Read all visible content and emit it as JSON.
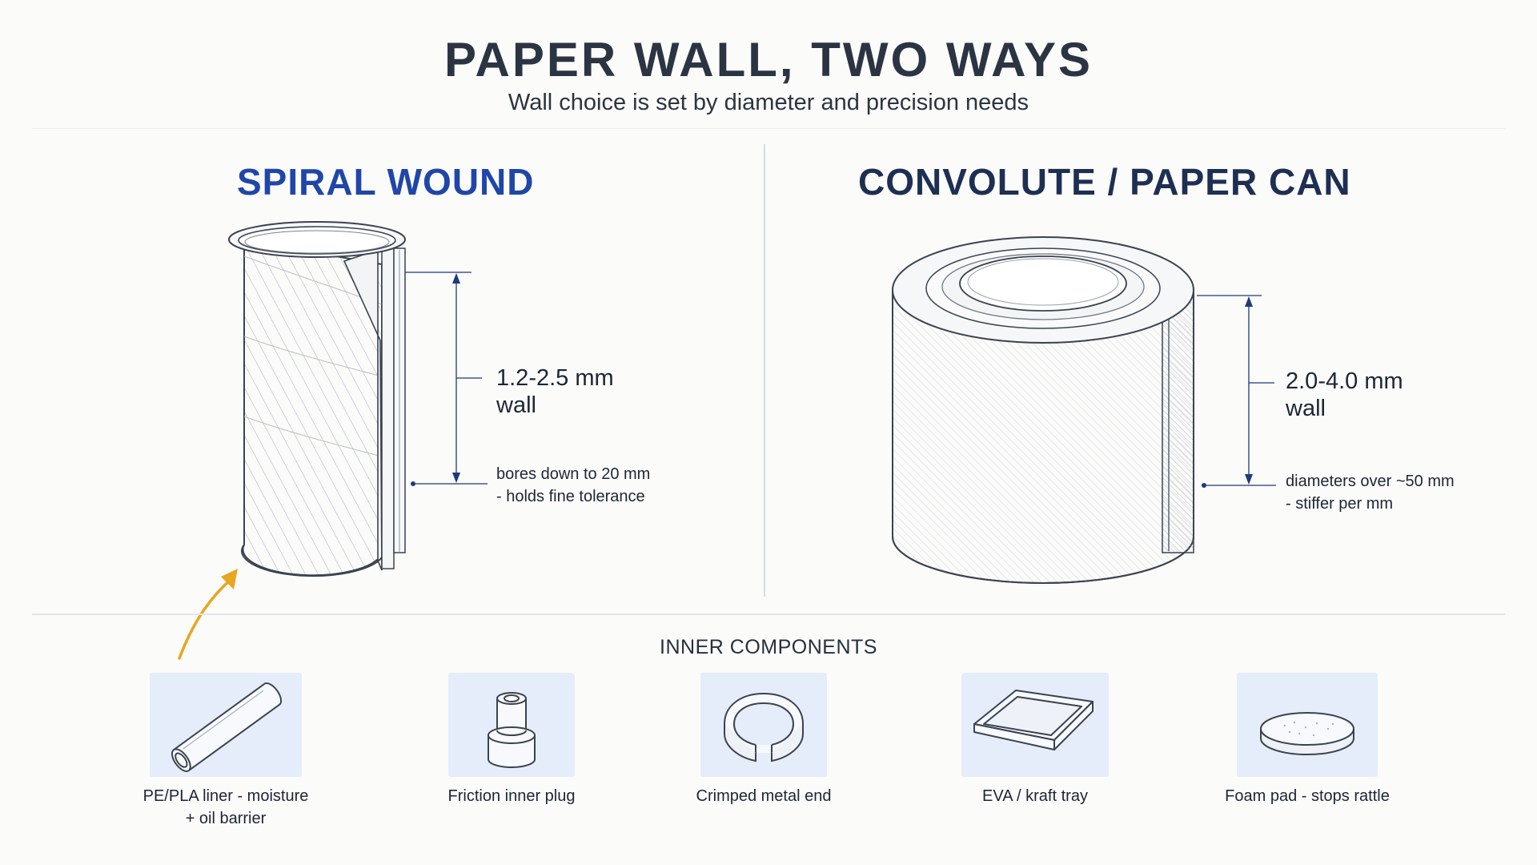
{
  "header": {
    "title": "PAPER WALL, TWO WAYS",
    "subtitle": "Wall choice is set by diameter and precision needs"
  },
  "spiral": {
    "title": "SPIRAL WOUND",
    "wall_value": "1.2-2.5 mm",
    "wall_unit": "wall",
    "note_line1": "bores down to 20 mm",
    "note_line2": "- holds fine tolerance"
  },
  "convolute": {
    "title": "CONVOLUTE / PAPER CAN",
    "wall_value": "2.0-4.0 mm",
    "wall_unit": "wall",
    "note_line1": "diameters over ~50 mm",
    "note_line2": "- stiffer per mm"
  },
  "components": {
    "section_title": "INNER COMPONENTS",
    "items": [
      {
        "line1": "PE/PLA liner - moisture",
        "line2": "+ oil barrier",
        "icon": "liner-tube-icon"
      },
      {
        "line1": "Friction inner plug",
        "line2": "",
        "icon": "inner-plug-icon"
      },
      {
        "line1": "Crimped metal end",
        "line2": "",
        "icon": "metal-end-ring-icon"
      },
      {
        "line1": "EVA / kraft tray",
        "line2": "",
        "icon": "tray-icon"
      },
      {
        "line1": "Foam pad - stops rattle",
        "line2": "",
        "icon": "foam-pad-icon"
      }
    ]
  },
  "colors": {
    "spiral_title": "#1f46a8",
    "convolute_title": "#1d2f52",
    "arrow": "#e8a623",
    "dimension": "#1e3a7a",
    "component_bg": "#e5edfb"
  }
}
